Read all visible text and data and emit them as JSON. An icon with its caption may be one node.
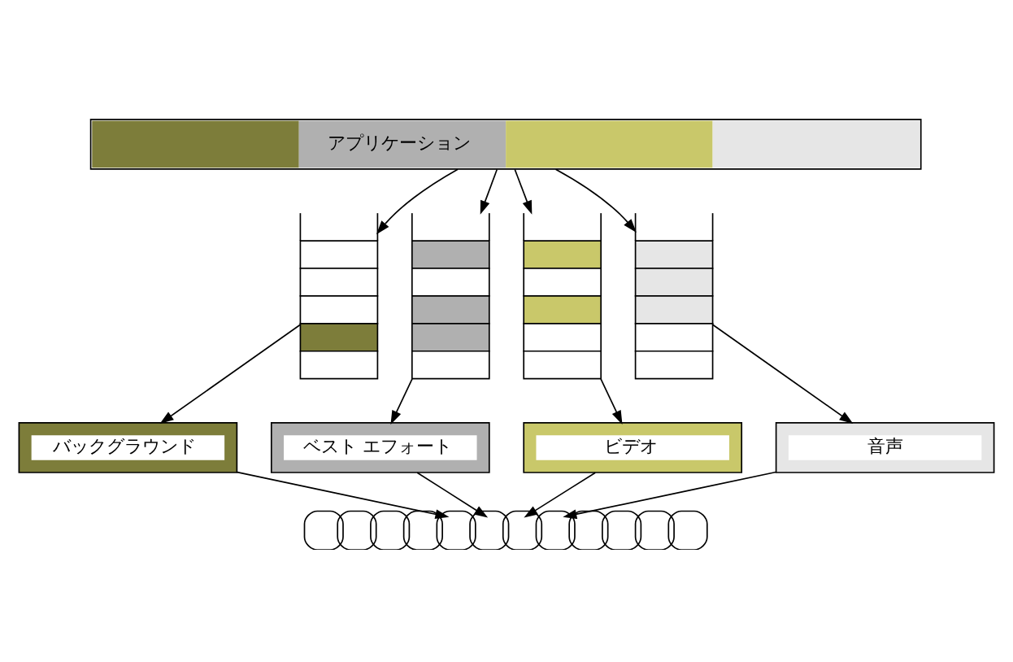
{
  "diagram": {
    "nodes": [
      {
        "text": [
          "アプリケーション"
        ]
      },
      {
        "text": [],
        "shape": "box"
      },
      {
        "text": [],
        "shape": "box"
      },
      {
        "text": [],
        "shape": "box"
      },
      {
        "text": [],
        "shape": "box"
      },
      {
        "text": [
          "バックグラウンド"
        ]
      },
      {
        "text": [
          "ベスト エフォート"
        ]
      },
      {
        "text": [
          "ビデオ"
        ]
      },
      {
        "text": [
          "音声"
        ]
      },
      {
        "text": [],
        "shape": "wave"
      }
    ],
    "edges": [
      {
        "from": 0,
        "to": 1,
        "arrow": "to"
      },
      {
        "from": 0,
        "to": 2,
        "arrow": "to"
      },
      {
        "from": 0,
        "to": 3,
        "arrow": "to"
      },
      {
        "from": 0,
        "to": 4,
        "arrow": "to"
      },
      {
        "from": 1,
        "to": 5,
        "arrow": "to"
      },
      {
        "from": 2,
        "to": 6,
        "arrow": "to"
      },
      {
        "from": 3,
        "to": 7,
        "arrow": "to"
      },
      {
        "from": 4,
        "to": 8,
        "arrow": "to"
      },
      {
        "from": 5,
        "to": 9,
        "arrow": "to"
      },
      {
        "from": 6,
        "to": 9,
        "arrow": "to"
      },
      {
        "from": 7,
        "to": 9,
        "arrow": "to"
      },
      {
        "from": 8,
        "to": 9,
        "arrow": "to"
      }
    ]
  }
}
